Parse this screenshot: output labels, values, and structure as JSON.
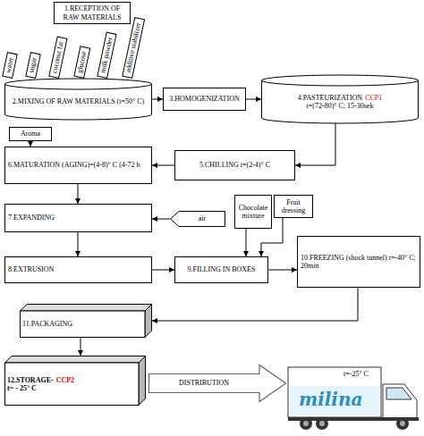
{
  "diagram": {
    "nodes": [
      {
        "text": [
          "1.RECEPTION OF RAW MATERIALS"
        ]
      },
      {
        "text": [
          "water"
        ]
      },
      {
        "text": [
          "sugar"
        ]
      },
      {
        "text": [
          "coconut fat"
        ]
      },
      {
        "text": [
          "glucose"
        ]
      },
      {
        "text": [
          "milk powder"
        ]
      },
      {
        "text": [
          "additive stabilizer"
        ]
      },
      {
        "text": [
          "2.MIXING OF RAW MATERIALS (t=50° C)"
        ]
      },
      {
        "text": [
          "3.HOMOGENIZATION"
        ]
      },
      {
        "text": [
          "4.PASTEURIZATION",
          "CCP1",
          "t=(72-80)° C; 15-30sek"
        ]
      },
      {
        "text": [
          "Aroma"
        ]
      },
      {
        "text": [
          "6.MATURATION (AGING)=(4-8)° C (4-72 h"
        ]
      },
      {
        "text": [
          "5.CHILLING t=(2-4)° C"
        ]
      },
      {
        "text": [
          "7.EXPANDING"
        ]
      },
      {
        "text": [
          "air"
        ]
      },
      {
        "text": [
          "Chocolate mixture"
        ]
      },
      {
        "text": [
          "Fruit dressing"
        ]
      },
      {
        "text": [
          "8.EXTRUSION"
        ]
      },
      {
        "text": [
          "9.FILLING IN BOXES"
        ]
      },
      {
        "text": [
          "10.FREEZING (shock tunnel) t=-40° C; 20min"
        ]
      },
      {
        "text": [
          "11.PACKAGING"
        ]
      },
      {
        "text": [
          "12.STORAGE-",
          "CCP2",
          "t= - 25° C"
        ]
      },
      {
        "text": [
          "DISTRIBUTION"
        ]
      }
    ],
    "edges": [
      {
        "from": 7,
        "to": 8,
        "arrow": "to"
      },
      {
        "from": 8,
        "to": 9,
        "arrow": "to"
      },
      {
        "from": 9,
        "to": 12,
        "arrow": "to"
      },
      {
        "from": 12,
        "to": 11,
        "arrow": "to"
      },
      {
        "from": 10,
        "to": 11,
        "arrow": "to"
      },
      {
        "from": 11,
        "to": 13,
        "arrow": "to"
      },
      {
        "from": 14,
        "to": 13,
        "arrow": "to"
      },
      {
        "from": 13,
        "to": 17,
        "arrow": "to"
      },
      {
        "from": 17,
        "to": 18,
        "arrow": "to"
      },
      {
        "from": 15,
        "to": 18,
        "arrow": "to"
      },
      {
        "from": 16,
        "to": 18,
        "arrow": "to"
      },
      {
        "from": 18,
        "to": 19,
        "arrow": "to"
      },
      {
        "from": 19,
        "to": 20,
        "arrow": "to"
      },
      {
        "from": 20,
        "to": 21,
        "arrow": "to"
      }
    ],
    "labels": [
      "t=-25° C",
      "milina"
    ]
  }
}
